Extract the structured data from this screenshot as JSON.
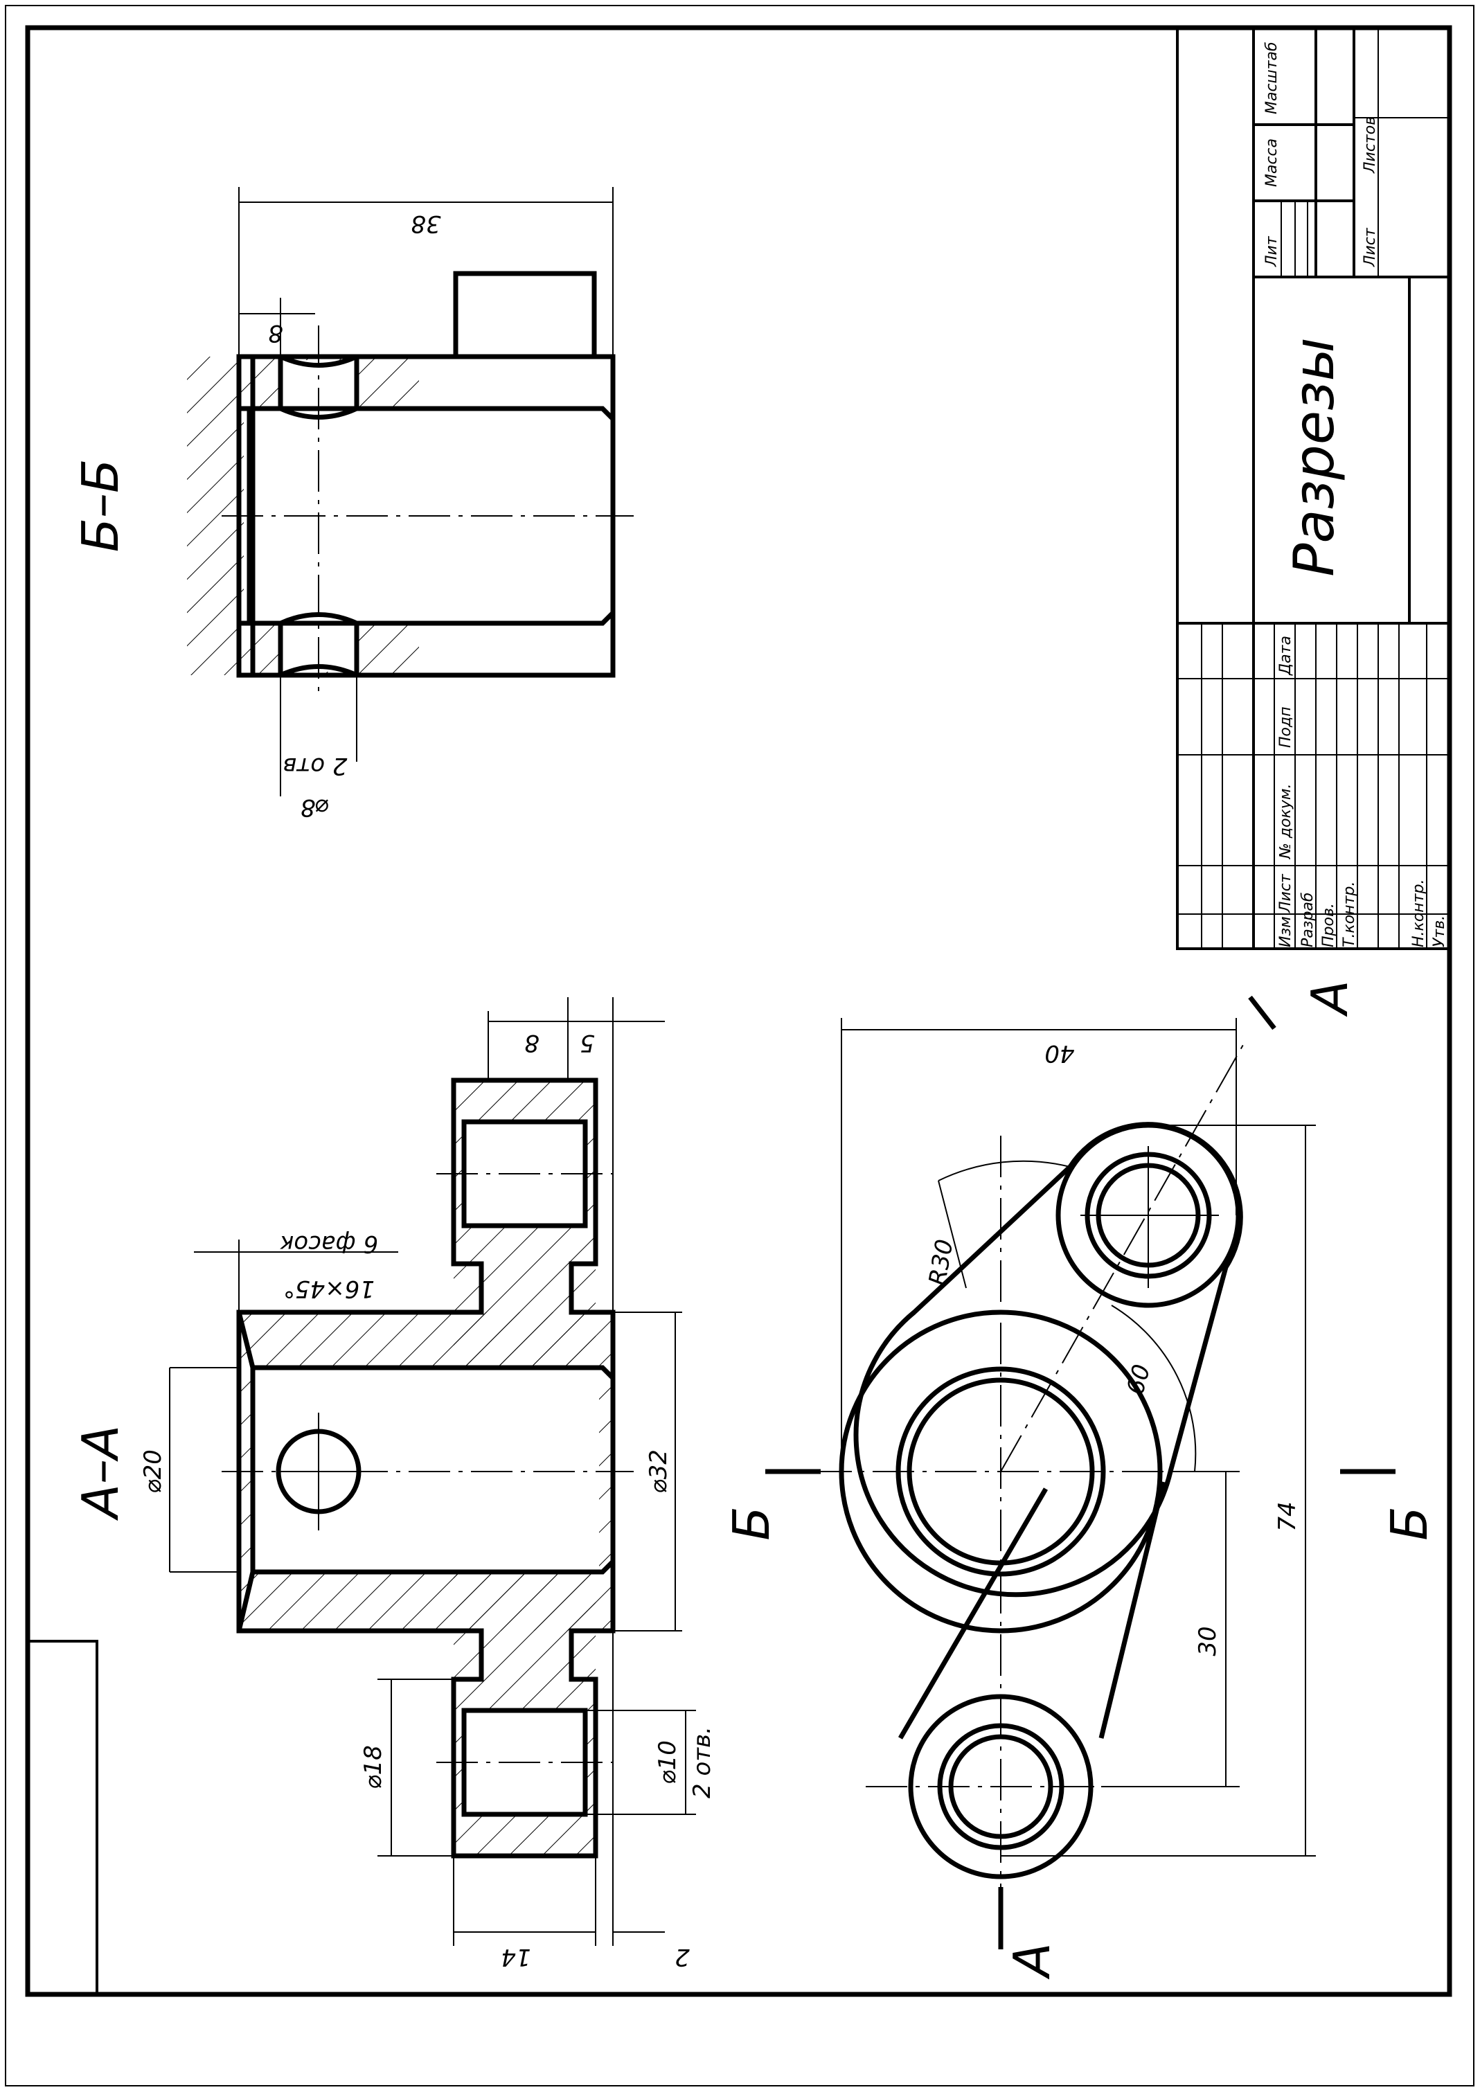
{
  "sheet": {
    "title": "Разрезы"
  },
  "sections": {
    "aa": "А–А",
    "bb": "Б–Б",
    "cut_a": "А",
    "cut_b": "Б"
  },
  "dimensions": {
    "bb_length": "38",
    "bb_groove": "8",
    "bb_hole_dia": "⌀8",
    "bb_hole_count": "2 отв",
    "aa_width_8": "8",
    "aa_width_5": "5",
    "aa_chamfer": "16×45°",
    "aa_chamfer_count": "6 фасок",
    "aa_bore": "⌀20",
    "aa_outer": "⌀32",
    "aa_boss": "⌀18",
    "aa_hole": "⌀10",
    "aa_hole_count": "2 отв.",
    "aa_boss_h": "14",
    "aa_offset": "2",
    "plan_width": "40",
    "plan_radius": "R30",
    "plan_angle": "60",
    "plan_spacing": "30",
    "plan_length": "74"
  },
  "title_block": {
    "lit": "Лит",
    "mass": "Масса",
    "scale": "Масштаб",
    "sheet": "Лист",
    "sheets": "Листов",
    "izm": "Изм",
    "list": "Лист",
    "doc": "№ докум.",
    "sign": "Подп",
    "date": "Дата",
    "razrab": "Разраб",
    "prov": "Пров.",
    "tkontr": "Т.контр.",
    "nkontr": "Н.контр.",
    "utv": "Утв."
  }
}
